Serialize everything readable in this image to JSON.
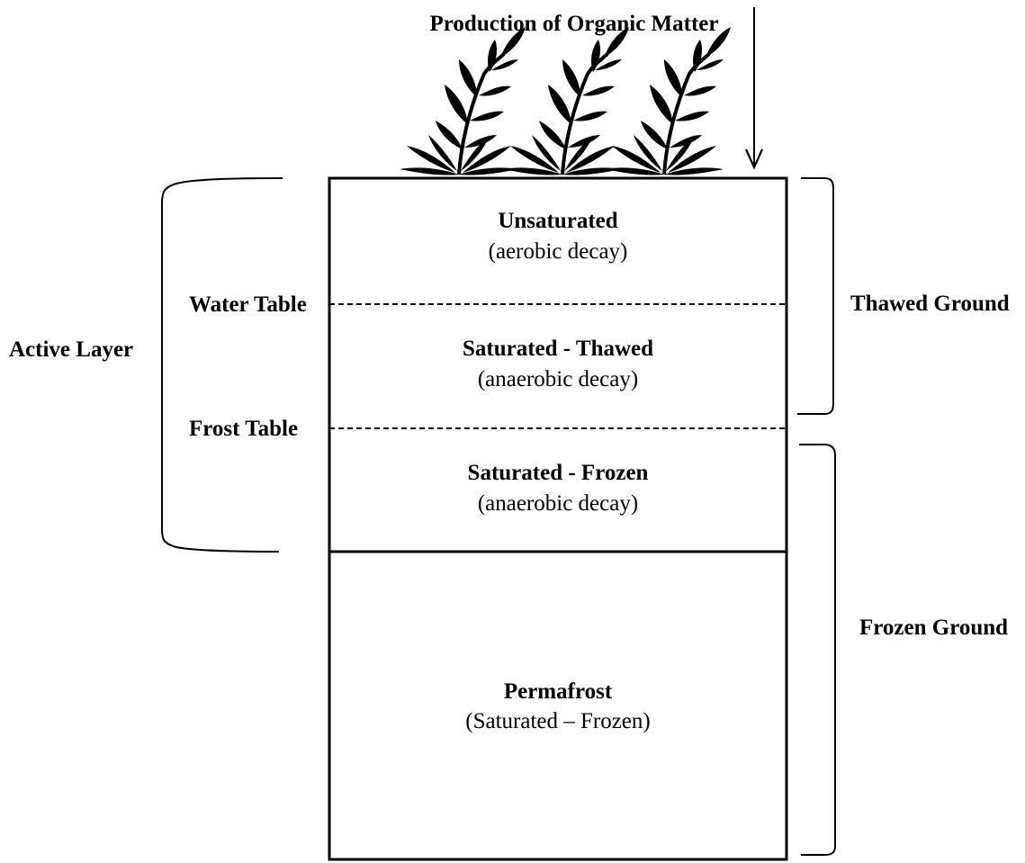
{
  "top_label": "Production of Organic Matter",
  "layers": {
    "unsaturated": {
      "name": "Unsaturated",
      "process": "(aerobic decay)"
    },
    "saturated_thawed": {
      "name": "Saturated - Thawed",
      "process": "(anaerobic decay)"
    },
    "saturated_frozen": {
      "name": "Saturated - Frozen",
      "process": "(anaerobic decay)"
    },
    "permafrost": {
      "name": "Permafrost",
      "process": "(Saturated – Frozen)"
    }
  },
  "boundaries": {
    "water_table": "Water Table",
    "frost_table": "Frost Table"
  },
  "groups": {
    "active_layer": "Active Layer",
    "thawed_ground": "Thawed Ground",
    "frozen_ground": "Frozen Ground"
  },
  "icons": {
    "vegetation": "plant-icon"
  }
}
